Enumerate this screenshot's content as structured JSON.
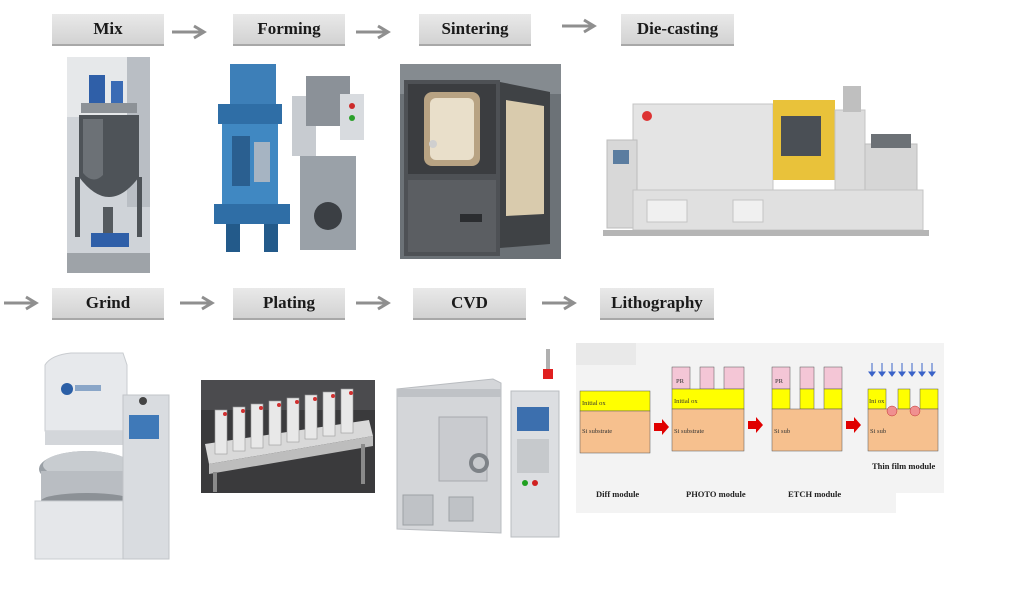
{
  "steps": [
    {
      "name": "Mix"
    },
    {
      "name": "Forming"
    },
    {
      "name": "Sintering"
    },
    {
      "name": "Die-casting"
    },
    {
      "name": "Grind"
    },
    {
      "name": "Plating"
    },
    {
      "name": "CVD"
    },
    {
      "name": "Lithography"
    }
  ],
  "lithography": {
    "layer_top": "Initial ox",
    "layer_top_short": "Ini ox",
    "substrate": "Si substrate",
    "substrate_short": "Si sub",
    "resist": "PR",
    "modules": [
      "Diff module",
      "PHOTO module",
      "ETCH module",
      "Thin film module"
    ]
  },
  "colors": {
    "label_bg": "#dcdcdc",
    "arrow": "#8f8f8f",
    "oxide": "#ffff00",
    "substrate": "#f6c08e",
    "resist": "#f4c6d6",
    "process_arrow": "#e00000"
  }
}
